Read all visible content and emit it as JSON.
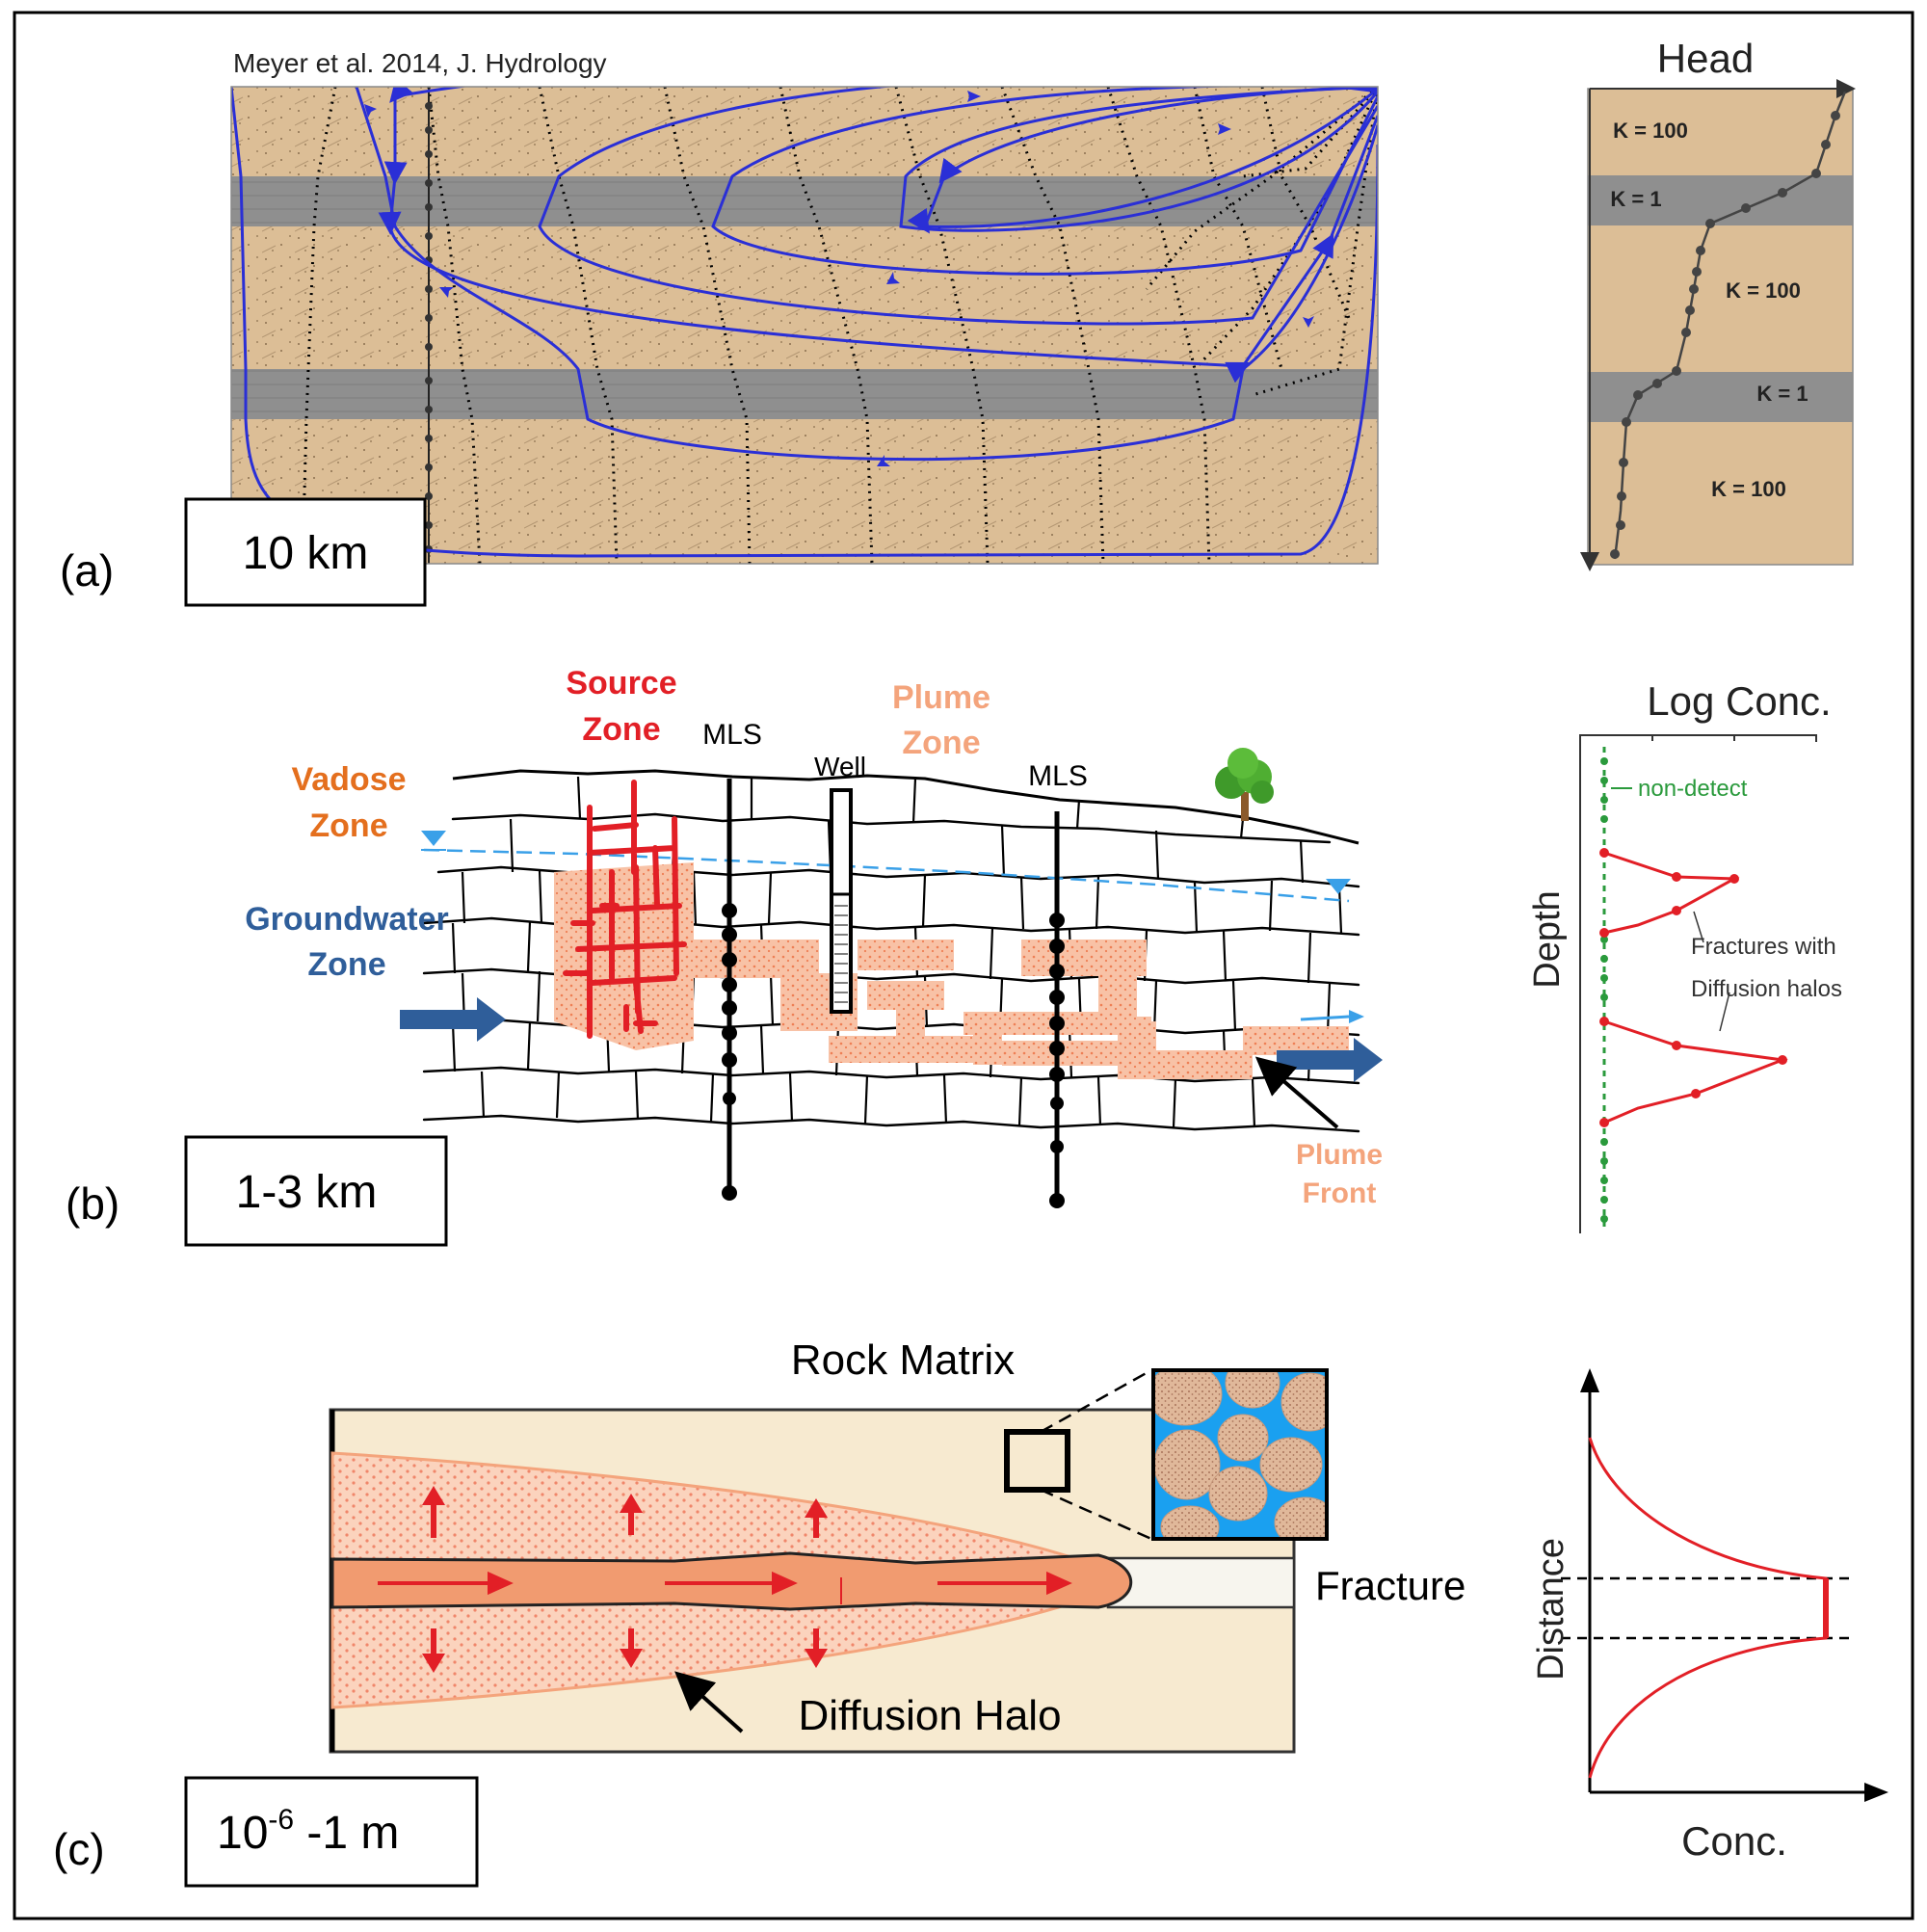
{
  "colors": {
    "sand": "#dcbe96",
    "clay": "#8f8f8f",
    "flow": "#2a2fd6",
    "red": "#e21f26",
    "plume": "#f4a47c",
    "orange": "#e46f1e",
    "gwblue": "#2f5e9a",
    "green": "#2a9a3c",
    "halo_bg": "#f7ead0",
    "pore": "#1aa0f0"
  },
  "panel_a": {
    "label": "(a)",
    "scale": "10 km",
    "citation": "Meyer et al. 2014, J. Hydrology",
    "head_title": "Head",
    "layers": [
      {
        "label": "K = 100"
      },
      {
        "label": "K = 1"
      },
      {
        "label": "K = 100"
      },
      {
        "label": "K = 1"
      },
      {
        "label": "K = 100"
      }
    ]
  },
  "panel_b": {
    "label": "(b)",
    "scale": "1-3 km",
    "source_zone": [
      "Source",
      "Zone"
    ],
    "vadose_zone": [
      "Vadose",
      "Zone"
    ],
    "groundwater_zone": [
      "Groundwater",
      "Zone"
    ],
    "plume_zone": [
      "Plume",
      "Zone"
    ],
    "plume_front": [
      "Plume",
      "Front"
    ],
    "mls_left": "MLS",
    "mls_right": "MLS",
    "well": "Well",
    "profile_title": "Log Conc.",
    "profile_ylabel": "Depth",
    "non_detect": "non-detect",
    "fractures_note": [
      "Fractures with",
      "Diffusion halos"
    ]
  },
  "panel_c": {
    "label": "(c)",
    "scale_base": "10",
    "scale_exp": "-6",
    "scale_rest": " -1 m",
    "rock_matrix": "Rock Matrix",
    "fracture": "Fracture",
    "diffusion_halo": "Diffusion Halo",
    "profile_ylabel": "Distance",
    "profile_xlabel": "Conc."
  }
}
